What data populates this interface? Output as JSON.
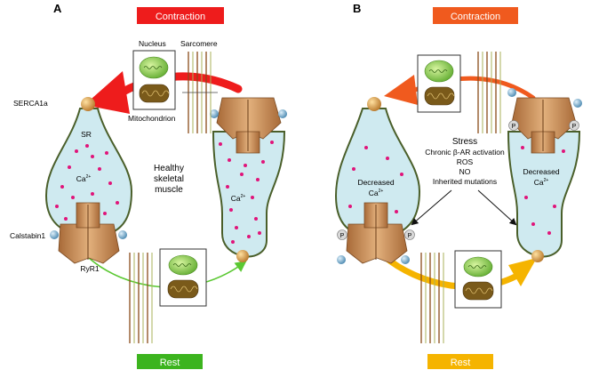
{
  "panels": [
    {
      "letter": "A",
      "top_banner": "Contraction",
      "bottom_banner": "Rest",
      "top_banner_color": "#ee1c1c",
      "bottom_banner_color": "#3cb41e",
      "labels": {
        "nucleus": "Nucleus",
        "sarcomere": "Sarcomere",
        "mitochondrion": "Mitochondrion",
        "serca": "SERCA1a",
        "sr": "SR",
        "ca_left": "Ca",
        "ca_right": "Ca",
        "calstabin": "Calstabin1",
        "ryr": "RyR1",
        "center_text": [
          "Healthy",
          "skeletal",
          "muscle"
        ]
      }
    },
    {
      "letter": "B",
      "top_banner": "Contraction",
      "bottom_banner": "Rest",
      "top_banner_color": "#f05a1e",
      "bottom_banner_color": "#f5b400",
      "labels": {
        "decreased_left": [
          "Decreased",
          "Ca"
        ],
        "decreased_right": [
          "Decreased",
          "Ca"
        ],
        "stress_title": "Stress",
        "stress_items": [
          "Chronic β-AR activation",
          "ROS",
          "NO",
          "Inherited mutations"
        ],
        "phospho": "P"
      }
    }
  ],
  "superscript": "2+",
  "colors": {
    "sr_fill": "#cfeaf0",
    "sr_stroke": "#4a5f2a",
    "ca_dot": "#e0147a",
    "ryr": "#c98f5a",
    "gold_ball": "#d99a3a",
    "blue_ball": "#6fa8c8",
    "nucleus": "#8ed24a",
    "mito": "#7a5a1a",
    "arrow_red": "#ee1c1c",
    "arrow_orange": "#f05a1e",
    "arrow_green": "#5ac832",
    "arrow_yellow": "#f5b400"
  }
}
